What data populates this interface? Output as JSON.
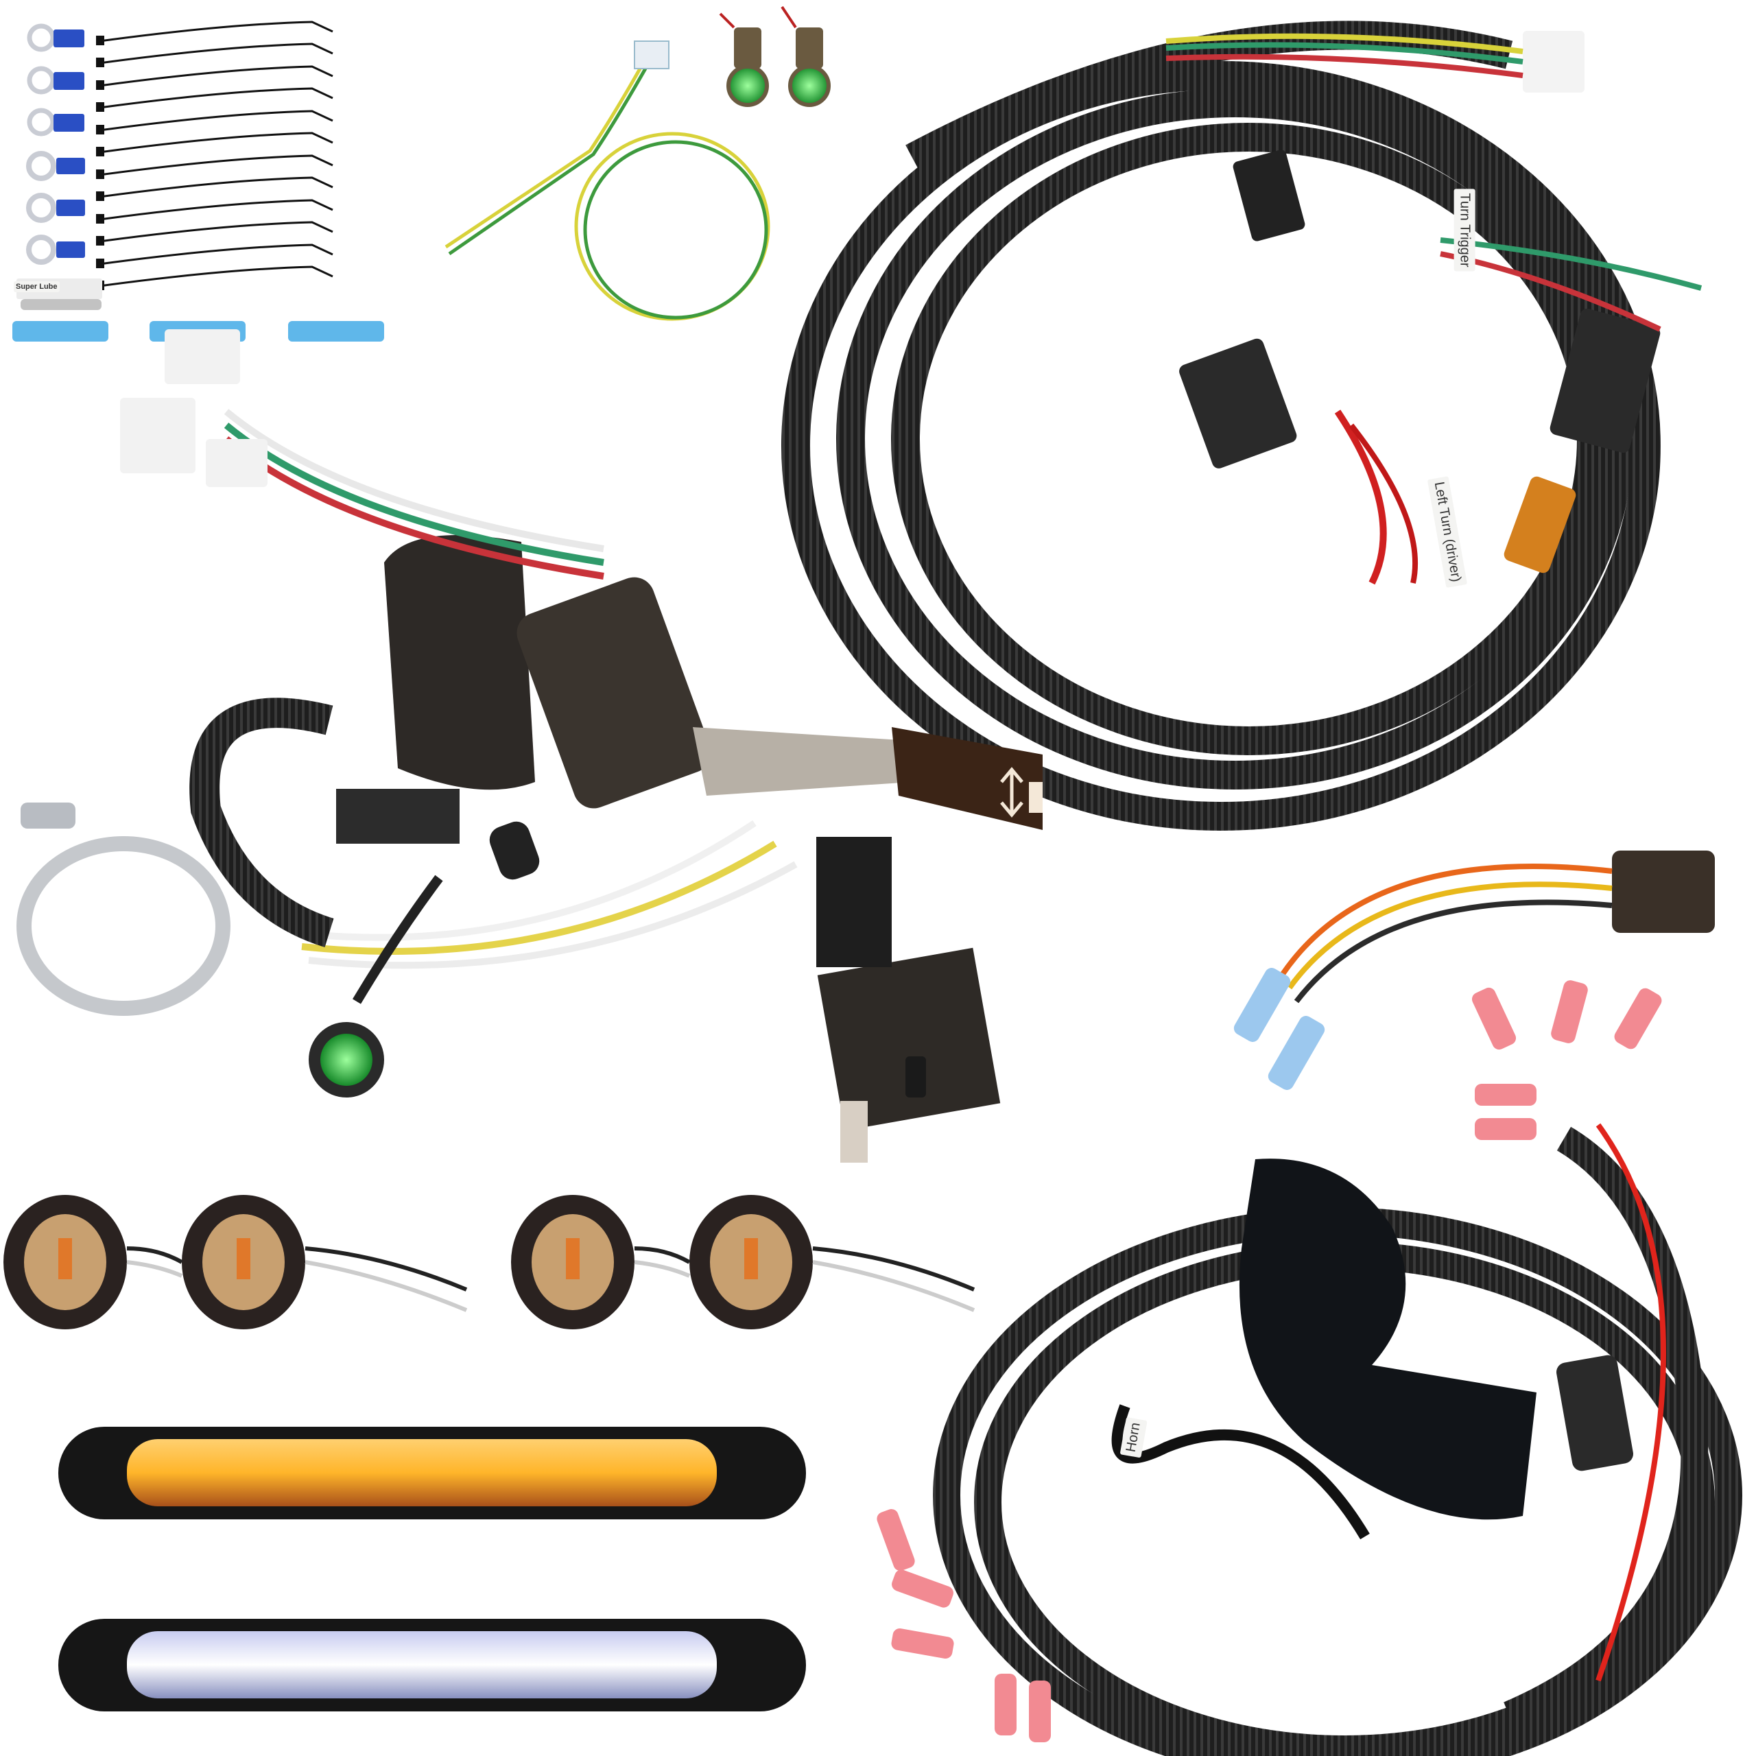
{
  "image": {
    "subject": "Street-legal turn signal and horn wiring kit components",
    "background": "#ffffff"
  },
  "components": [
    {
      "id": "ring-terminals",
      "count": 6,
      "color": "#2a4fc4"
    },
    {
      "id": "zip-ties",
      "count": 12,
      "color": "#1a1a1a"
    },
    {
      "id": "grease-tube",
      "label": "Super Lube"
    },
    {
      "id": "butt-connectors",
      "count": 3,
      "color": "#5fb7ea"
    },
    {
      "id": "ground-wire",
      "colors": [
        "#d8d23a",
        "#3d9a3d"
      ]
    },
    {
      "id": "indicator-push-buttons",
      "count": 2,
      "color": "#3fd65a"
    },
    {
      "id": "main-harness",
      "tags": [
        "Turn Trigger",
        "Left Turn (driver)"
      ]
    },
    {
      "id": "turn-signal-switch",
      "lever_icons": [
        "up-down-arrows",
        "horn"
      ]
    },
    {
      "id": "hose-clamp"
    },
    {
      "id": "heat-shrink"
    },
    {
      "id": "flasher-relay"
    },
    {
      "id": "dash-indicator-light",
      "color": "#3fd65a"
    },
    {
      "id": "pigtail-connector",
      "wire_colors": [
        "#e8661a",
        "#e8b81a",
        "#2b2b2b"
      ]
    },
    {
      "id": "round-amber-lights",
      "count": 4
    },
    {
      "id": "led-bar-amber",
      "color": "#ffb52a"
    },
    {
      "id": "led-bar-white",
      "color": "#eef0ff"
    },
    {
      "id": "horn-harness",
      "tags": [
        "Horn"
      ]
    },
    {
      "id": "horn",
      "color": "#111418"
    },
    {
      "id": "female-spade-terminals",
      "color": "#f28a92"
    }
  ],
  "labels": {
    "grease": "Super Lube",
    "tag_turn_trigger": "Turn Trigger",
    "tag_left_turn": "Left Turn (driver)",
    "tag_horn": "Horn"
  }
}
